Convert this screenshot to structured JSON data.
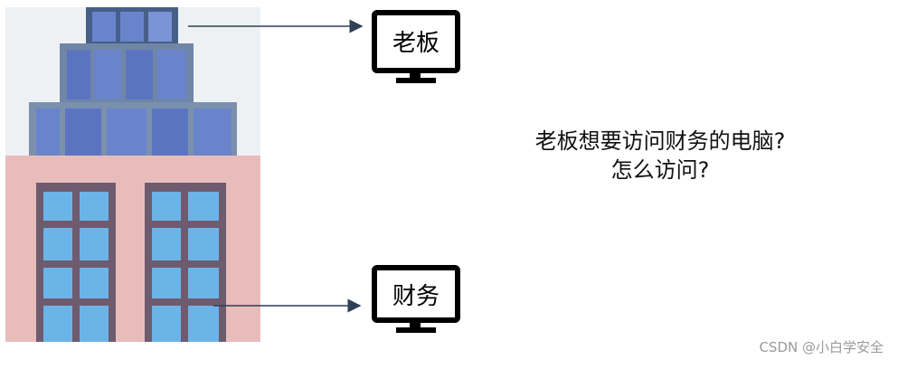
{
  "monitors": {
    "boss_label": "老板",
    "finance_label": "财务"
  },
  "question": {
    "line1": "老板想要访问财务的电脑?",
    "line2": "怎么访问?"
  },
  "watermark": "CSDN @小白学安全",
  "colors": {
    "tower_glass": "#5d77c4",
    "tower_frame": "#6f86a6",
    "tower_bg": "#eef1f4",
    "building_wall": "#e9bcbc",
    "window_frame": "#6e5b6e",
    "window_glass": "#6cb4e8",
    "arrow": "#2f3f55",
    "monitor": "#000000"
  },
  "icons": [
    "building-illustration",
    "monitor-icon",
    "arrow"
  ]
}
